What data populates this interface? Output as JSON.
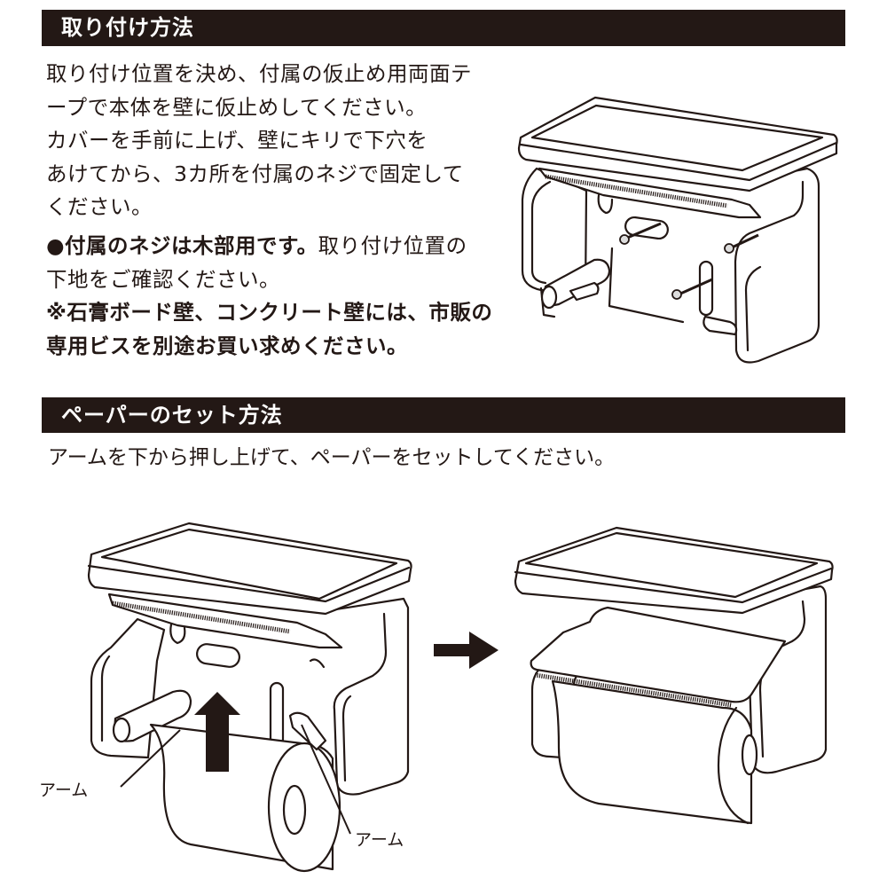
{
  "section_install": {
    "title": "取り付け方法",
    "intro_lines": [
      "取り付け位置を決め、付属の仮止め用両面テ",
      "ープで本体を壁に仮止めしてください。",
      "カバーを手前に上げ、壁にキリで下穴を",
      "あけてから、3カ所を付属のネジで固定して",
      "ください。"
    ],
    "note": {
      "bold_prefix": "●付属のネジは木部用です。",
      "line1_rest": "取り付け位置の",
      "line2": "下地をご確認ください。",
      "warning_lines": [
        "※石膏ボード壁、コンクリート壁には、市販の",
        "専用ビスを別途お買い求めください。"
      ]
    },
    "illustration": "holder-mounting-with-3-screws"
  },
  "section_paper": {
    "title": "ペーパーのセット方法",
    "instruction": "アームを下から押し上げて、ペーパーをセットしてください。",
    "illustration_before": "holder-with-roll-arm-push-up",
    "illustration_after": "holder-with-roll-set-cover-down",
    "arm_label_left": "アーム",
    "arm_label_right": "アーム",
    "arrow_up": "up-arrow",
    "arrow_right": "right-arrow"
  },
  "colors": {
    "header_bg": "#231815",
    "header_text": "#ffffff",
    "text": "#231815"
  }
}
